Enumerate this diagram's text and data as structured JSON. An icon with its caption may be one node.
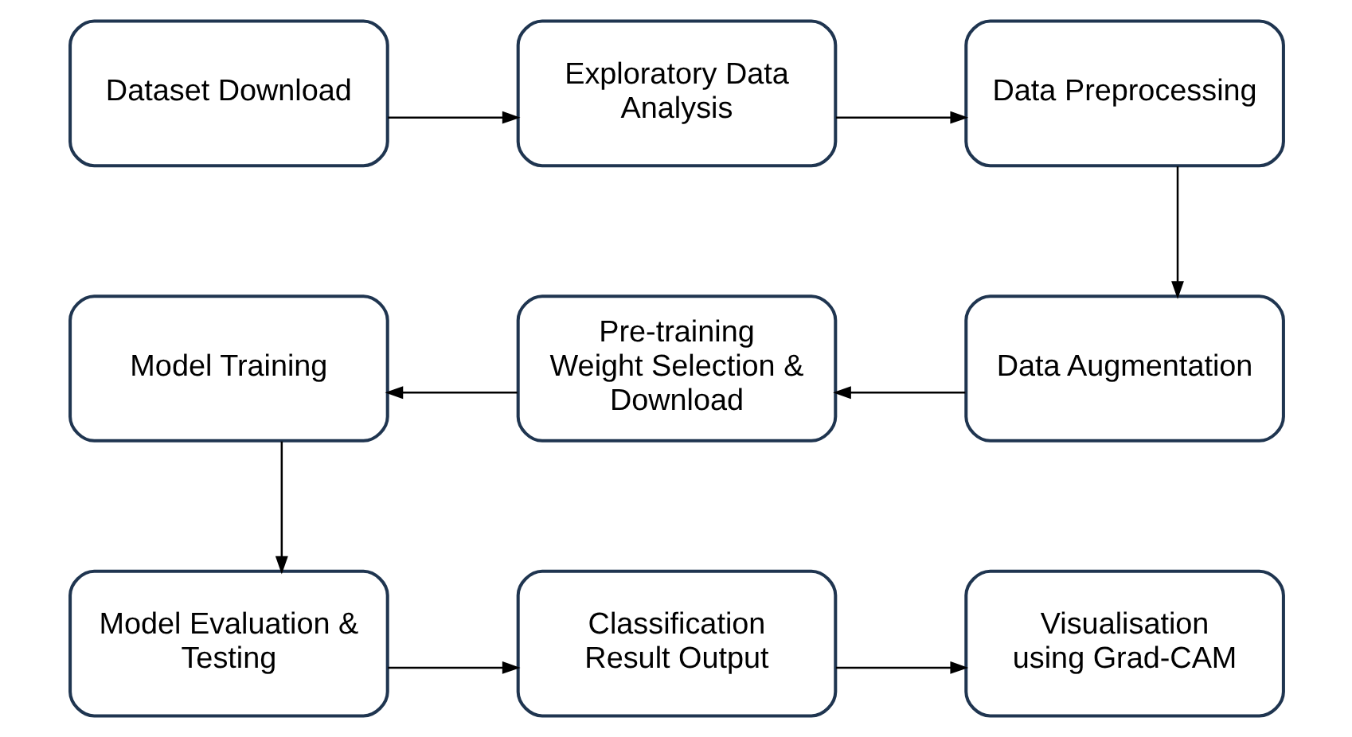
{
  "diagram": {
    "nodes": [
      {
        "text": [
          "Dataset Download"
        ]
      },
      {
        "text": [
          "Exploratory Data Analysis"
        ]
      },
      {
        "text": [
          "Data Preprocessing"
        ]
      },
      {
        "text": [
          "Model Training"
        ]
      },
      {
        "text": [
          "Pre-training Weight Selection & Download"
        ]
      },
      {
        "text": [
          "Data Augmentation"
        ]
      },
      {
        "text": [
          "Model Evaluation & Testing"
        ]
      },
      {
        "text": [
          "Classification Result Output"
        ]
      },
      {
        "text": [
          "Visualisation using Grad-CAM"
        ]
      }
    ],
    "edges": [
      {
        "from": 0,
        "to": 1,
        "arrow": "to"
      },
      {
        "from": 1,
        "to": 2,
        "arrow": "to"
      },
      {
        "from": 2,
        "to": 5,
        "arrow": "to"
      },
      {
        "from": 5,
        "to": 4,
        "arrow": "to"
      },
      {
        "from": 4,
        "to": 3,
        "arrow": "to"
      },
      {
        "from": 3,
        "to": 6,
        "arrow": "to"
      },
      {
        "from": 6,
        "to": 7,
        "arrow": "to"
      },
      {
        "from": 7,
        "to": 8,
        "arrow": "to"
      }
    ]
  }
}
